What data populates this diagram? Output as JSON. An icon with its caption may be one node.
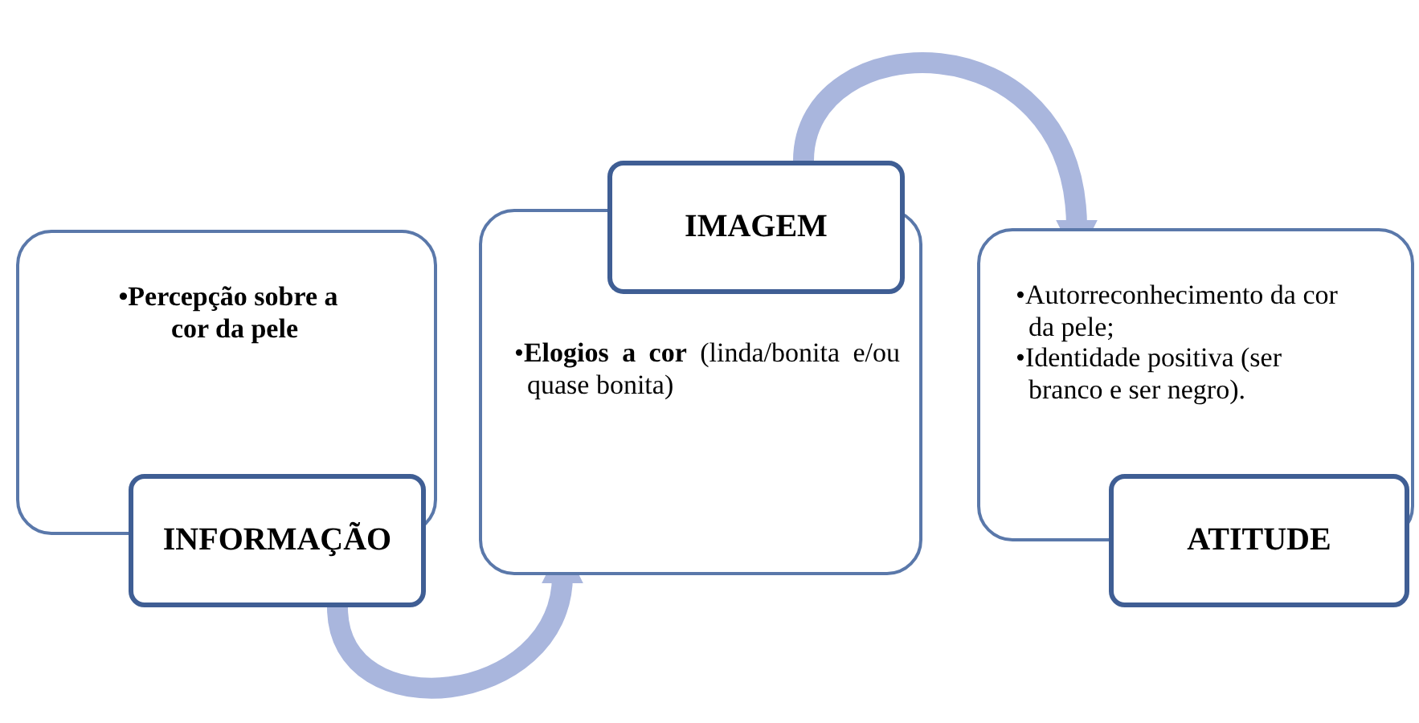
{
  "diagram": {
    "nodes": [
      {
        "text": [
          "•Percepção sobre a cor da pele"
        ]
      },
      {
        "text": [
          "INFORMAÇÃO"
        ]
      },
      {
        "text": [
          "IMAGEM"
        ]
      },
      {
        "text": [
          "•**Elogios a cor** (linda/bonita e/ou quase bonita)"
        ]
      },
      {
        "text": [
          "•Autorreconhecimento da cor da pele;",
          "•Identidade positiva (ser branco e ser negro)."
        ]
      },
      {
        "text": [
          "ATITUDE"
        ]
      }
    ],
    "edges": [
      {
        "from": 1,
        "to": 3,
        "arrow": "to"
      },
      {
        "from": 2,
        "to": 4,
        "arrow": "to"
      }
    ]
  }
}
